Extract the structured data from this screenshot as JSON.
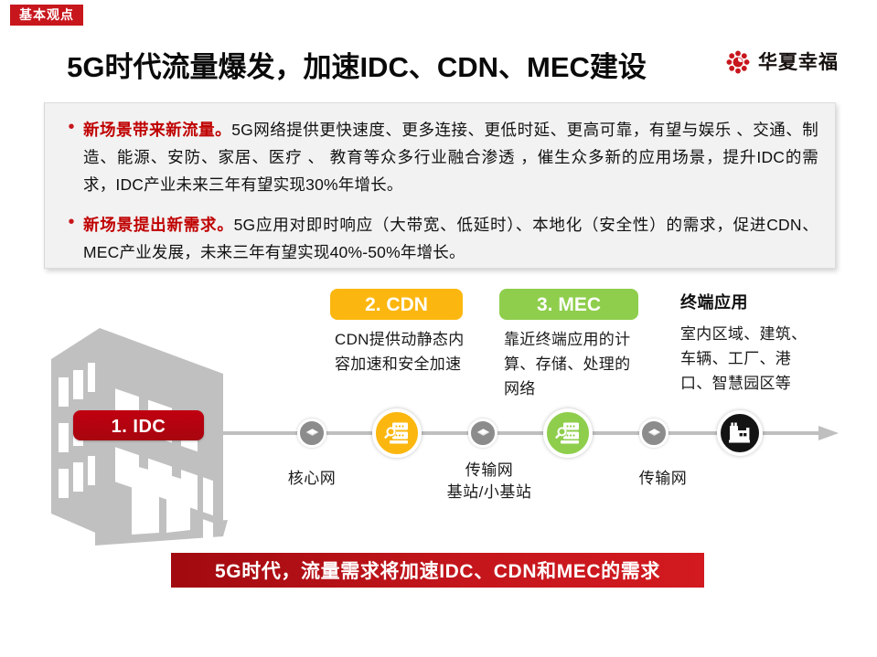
{
  "tag": {
    "label": "基本观点"
  },
  "header": {
    "title": "5G时代流量爆发，加速IDC、CDN、MEC建设",
    "logo_text": "华夏幸福",
    "logo_icon": "flower-logo-icon",
    "brand_red": "#c8161d"
  },
  "panel": {
    "bullets": [
      {
        "lead": "新场景带来新流量。",
        "body": "5G网络提供更快速度、更多连接、更低时延、更高可靠，有望与娱乐 、交通、制造、能源、安防、家居、医疗 、 教育等众多行业融合渗透 ，催生众多新的应用场景，提升IDC的需求，IDC产业未来三年有望实现30%年增长。"
      },
      {
        "lead": "新场景提出新需求。",
        "body": "5G应用对即时响应（大带宽、低延时）、本地化（安全性）的需求，促进CDN、MEC产业发展，未来三年有望实现40%-50%年增长。"
      }
    ]
  },
  "diagram": {
    "building_icon": "data-center-building-icon",
    "stages": [
      {
        "pill": "1. IDC",
        "color": "#b00c13",
        "desc": ""
      },
      {
        "pill": "2. CDN",
        "color": "#fbb710",
        "desc": "CDN提供动静态内容加速和安全加速"
      },
      {
        "pill": "3. MEC",
        "color": "#8ece4c",
        "desc": "靠近终端应用的计算、存储、处理的网络"
      }
    ],
    "terminal": {
      "title": "终端应用",
      "desc": "室内区域、建筑、车辆、工厂、港口、智慧园区等"
    },
    "nodes": [
      {
        "name": "core-network-node",
        "icon": "layers-icon",
        "color": "#8c8c8c"
      },
      {
        "name": "cdn-node",
        "icon": "server-search-icon",
        "color": "#fbb710"
      },
      {
        "name": "transport-network-node",
        "icon": "layers-icon",
        "color": "#8c8c8c"
      },
      {
        "name": "mec-node",
        "icon": "server-search-icon",
        "color": "#8ece4c"
      },
      {
        "name": "transport-network-node-2",
        "icon": "layers-icon",
        "color": "#8c8c8c"
      },
      {
        "name": "terminal-node",
        "icon": "factory-icon",
        "color": "#141414"
      }
    ],
    "network_labels": [
      "核心网",
      "传输网\n基站/小基站",
      "传输网"
    ],
    "network_label_1": "核心网",
    "network_label_2a": "传输网",
    "network_label_2b": "基站/小基站",
    "network_label_3": "传输网"
  },
  "banner": {
    "text": "5G时代，流量需求将加速IDC、CDN和MEC的需求"
  }
}
